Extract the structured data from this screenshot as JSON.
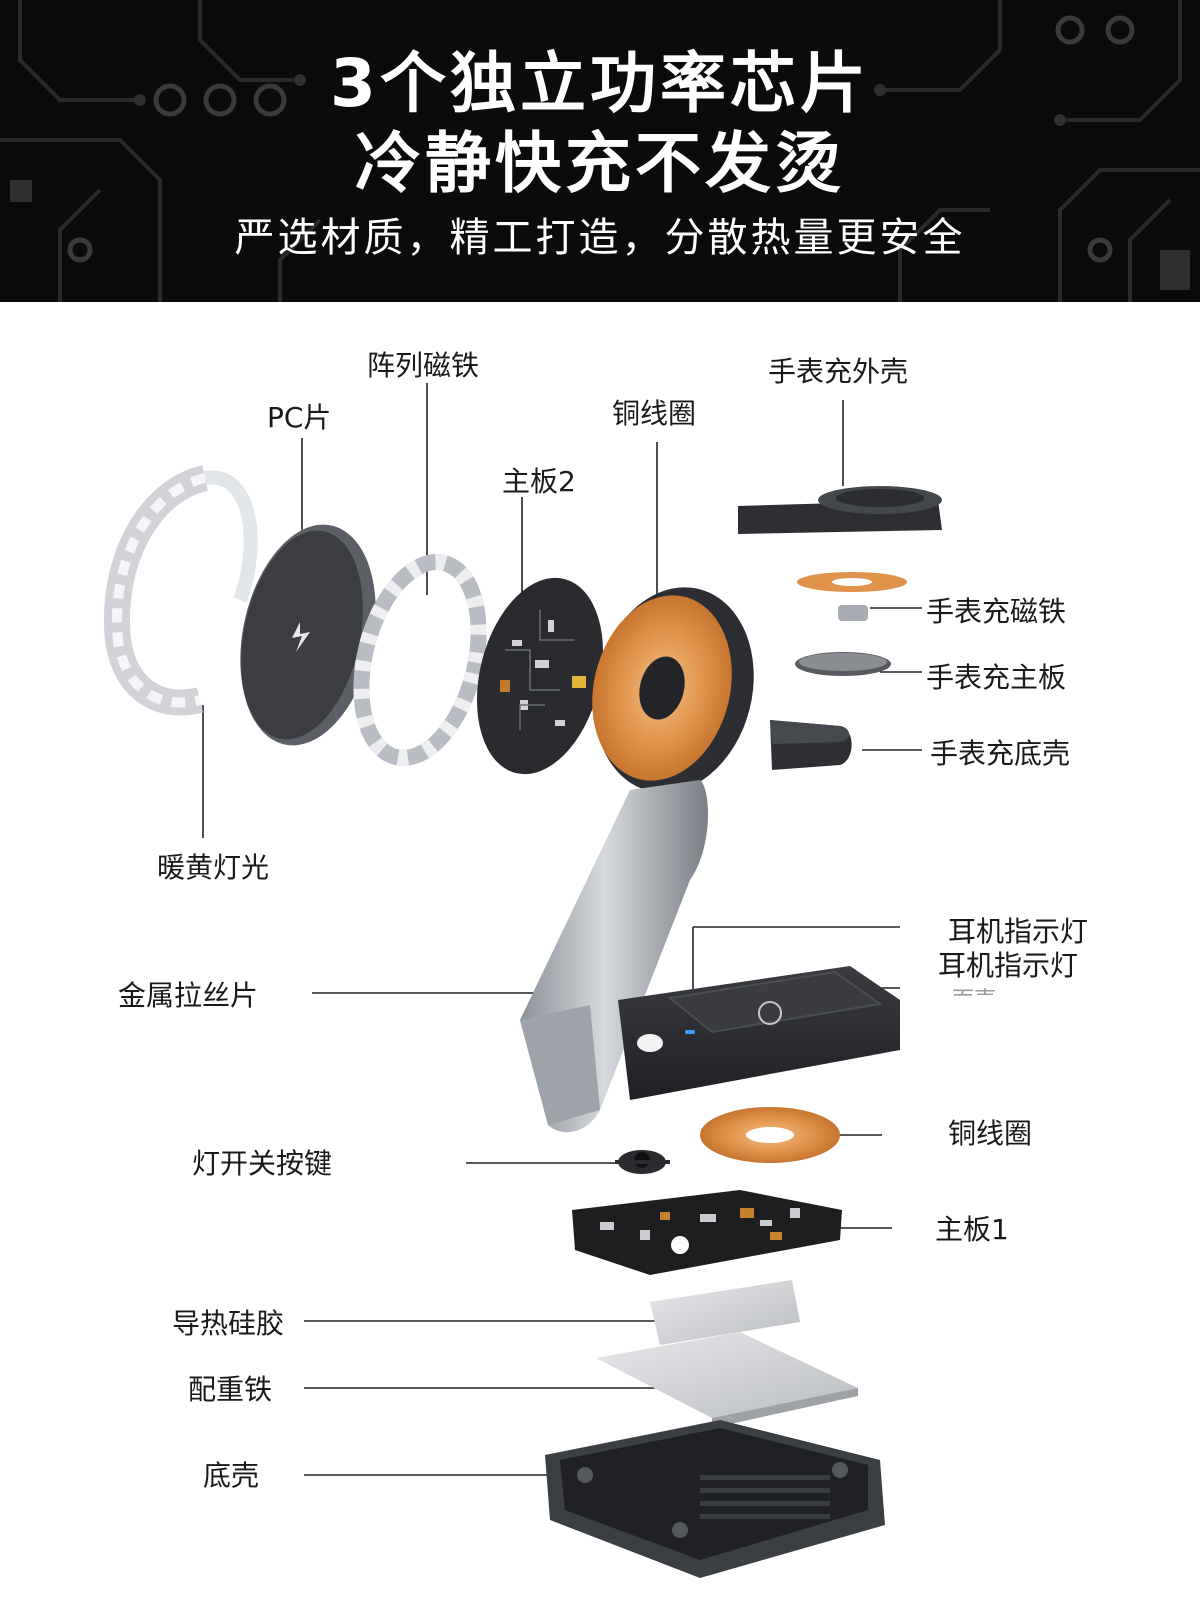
{
  "banner": {
    "title_line1": "3个独立功率芯片",
    "title_line2": "冷静快充不发烫",
    "subtitle": "严选材质，精工打造，分散热量更安全"
  },
  "labels": {
    "array_magnet": "阵列磁铁",
    "pc_sheet": "PC片",
    "copper_coil_top": "铜线圈",
    "watch_outer_shell": "手表充外壳",
    "mainboard_2": "主板2",
    "watch_magnet": "手表充磁铁",
    "watch_mainboard": "手表充主板",
    "watch_bottom_shell": "手表充底壳",
    "warm_yellow_light": "暖黄灯光",
    "earphone_indicator_1": "耳机指示灯",
    "earphone_indicator_2": "耳机指示灯",
    "cut_off_text": "面壳",
    "brushed_metal_sheet": "金属拉丝片",
    "copper_coil_bottom": "铜线圈",
    "light_switch_button": "灯开关按键",
    "mainboard_1": "主板1",
    "thermal_silicone": "导热硅胶",
    "counterweight_iron": "配重铁",
    "bottom_shell": "底壳"
  },
  "colors": {
    "banner_bg": "#0b0b0b",
    "copper": "#d9893c",
    "dark_body": "#2b2d31",
    "metal": "#a9adb3",
    "pcb": "#1e1e1e"
  },
  "icons": [
    "lightning-icon",
    "earphone-icon"
  ]
}
